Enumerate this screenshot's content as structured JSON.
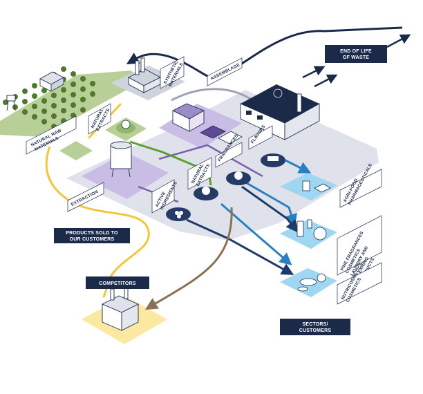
{
  "diagram": {
    "end_of_life": [
      "END OF LIFE",
      "OF WASTE"
    ],
    "competitors": "COMPETITORS",
    "products_sold": [
      "PRODUCTS SOLD TO",
      "OUR CUSTOMERS"
    ],
    "sectors": [
      "SECTORS/",
      "CUSTOMERS"
    ],
    "stages": {
      "natural_raw_materials": [
        "NATURAL RAW",
        "MATERIALS"
      ],
      "natural_extracts_left": [
        "NATURAL",
        "EXTRACTS"
      ],
      "synthetic_materials": [
        "SYNTHETIC",
        "MATERIALS"
      ],
      "assemblage": "ASSEMBLAGE",
      "extraction": "EXTRACTION",
      "active_ingredients": [
        "ACTIVE",
        "INGREDIENTS"
      ],
      "natural_extracts_mid": [
        "NATURAL",
        "EXTRACTS"
      ],
      "fragrances": "FRAGRANCES",
      "flavors": "FLAVORS"
    },
    "sector_labels": {
      "agri_food": [
        "AGRI-FOOD",
        "PHARMACEUTICALS"
      ],
      "fine_fragrances": [
        "FINE FRAGRANCES",
        "COSMETICS",
        "LAUNDRY AND",
        "CLEANING",
        "PRODUCTS"
      ],
      "nutricosmetics": [
        "NUTRICOSMETICS",
        "COSMETICS"
      ]
    },
    "colors": {
      "navy": "#1c2a4a",
      "platform_gray": "#dfe2ea",
      "field_green": "#b9cf98",
      "process_lavender": "#c9bde6",
      "sector_blue": "#9fd6f2",
      "competitor_yellow": "#fbe8a1",
      "flow_yellow": "#f1c63c",
      "flow_purple": "#7a5fb6",
      "flow_green": "#5d9e2d",
      "flow_blue": "#2a7fc0",
      "flow_navy": "#1f3a6b",
      "flow_brown": "#8a7154"
    }
  }
}
